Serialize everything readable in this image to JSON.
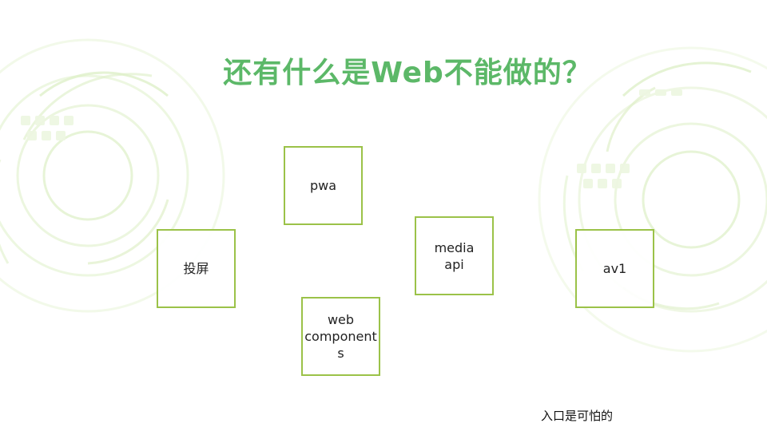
{
  "slide": {
    "title": "还有什么是Web不能做的？",
    "boxes": [
      {
        "label": "pwa"
      },
      {
        "label": "投屏"
      },
      {
        "label": "media\napi"
      },
      {
        "label": "av1"
      },
      {
        "label": "web\ncomponent\ns"
      }
    ],
    "note": "入口是可怕的"
  },
  "colors": {
    "title": "#5cb868",
    "box_border": "#9bc248",
    "decoration": "#dff0c9"
  }
}
